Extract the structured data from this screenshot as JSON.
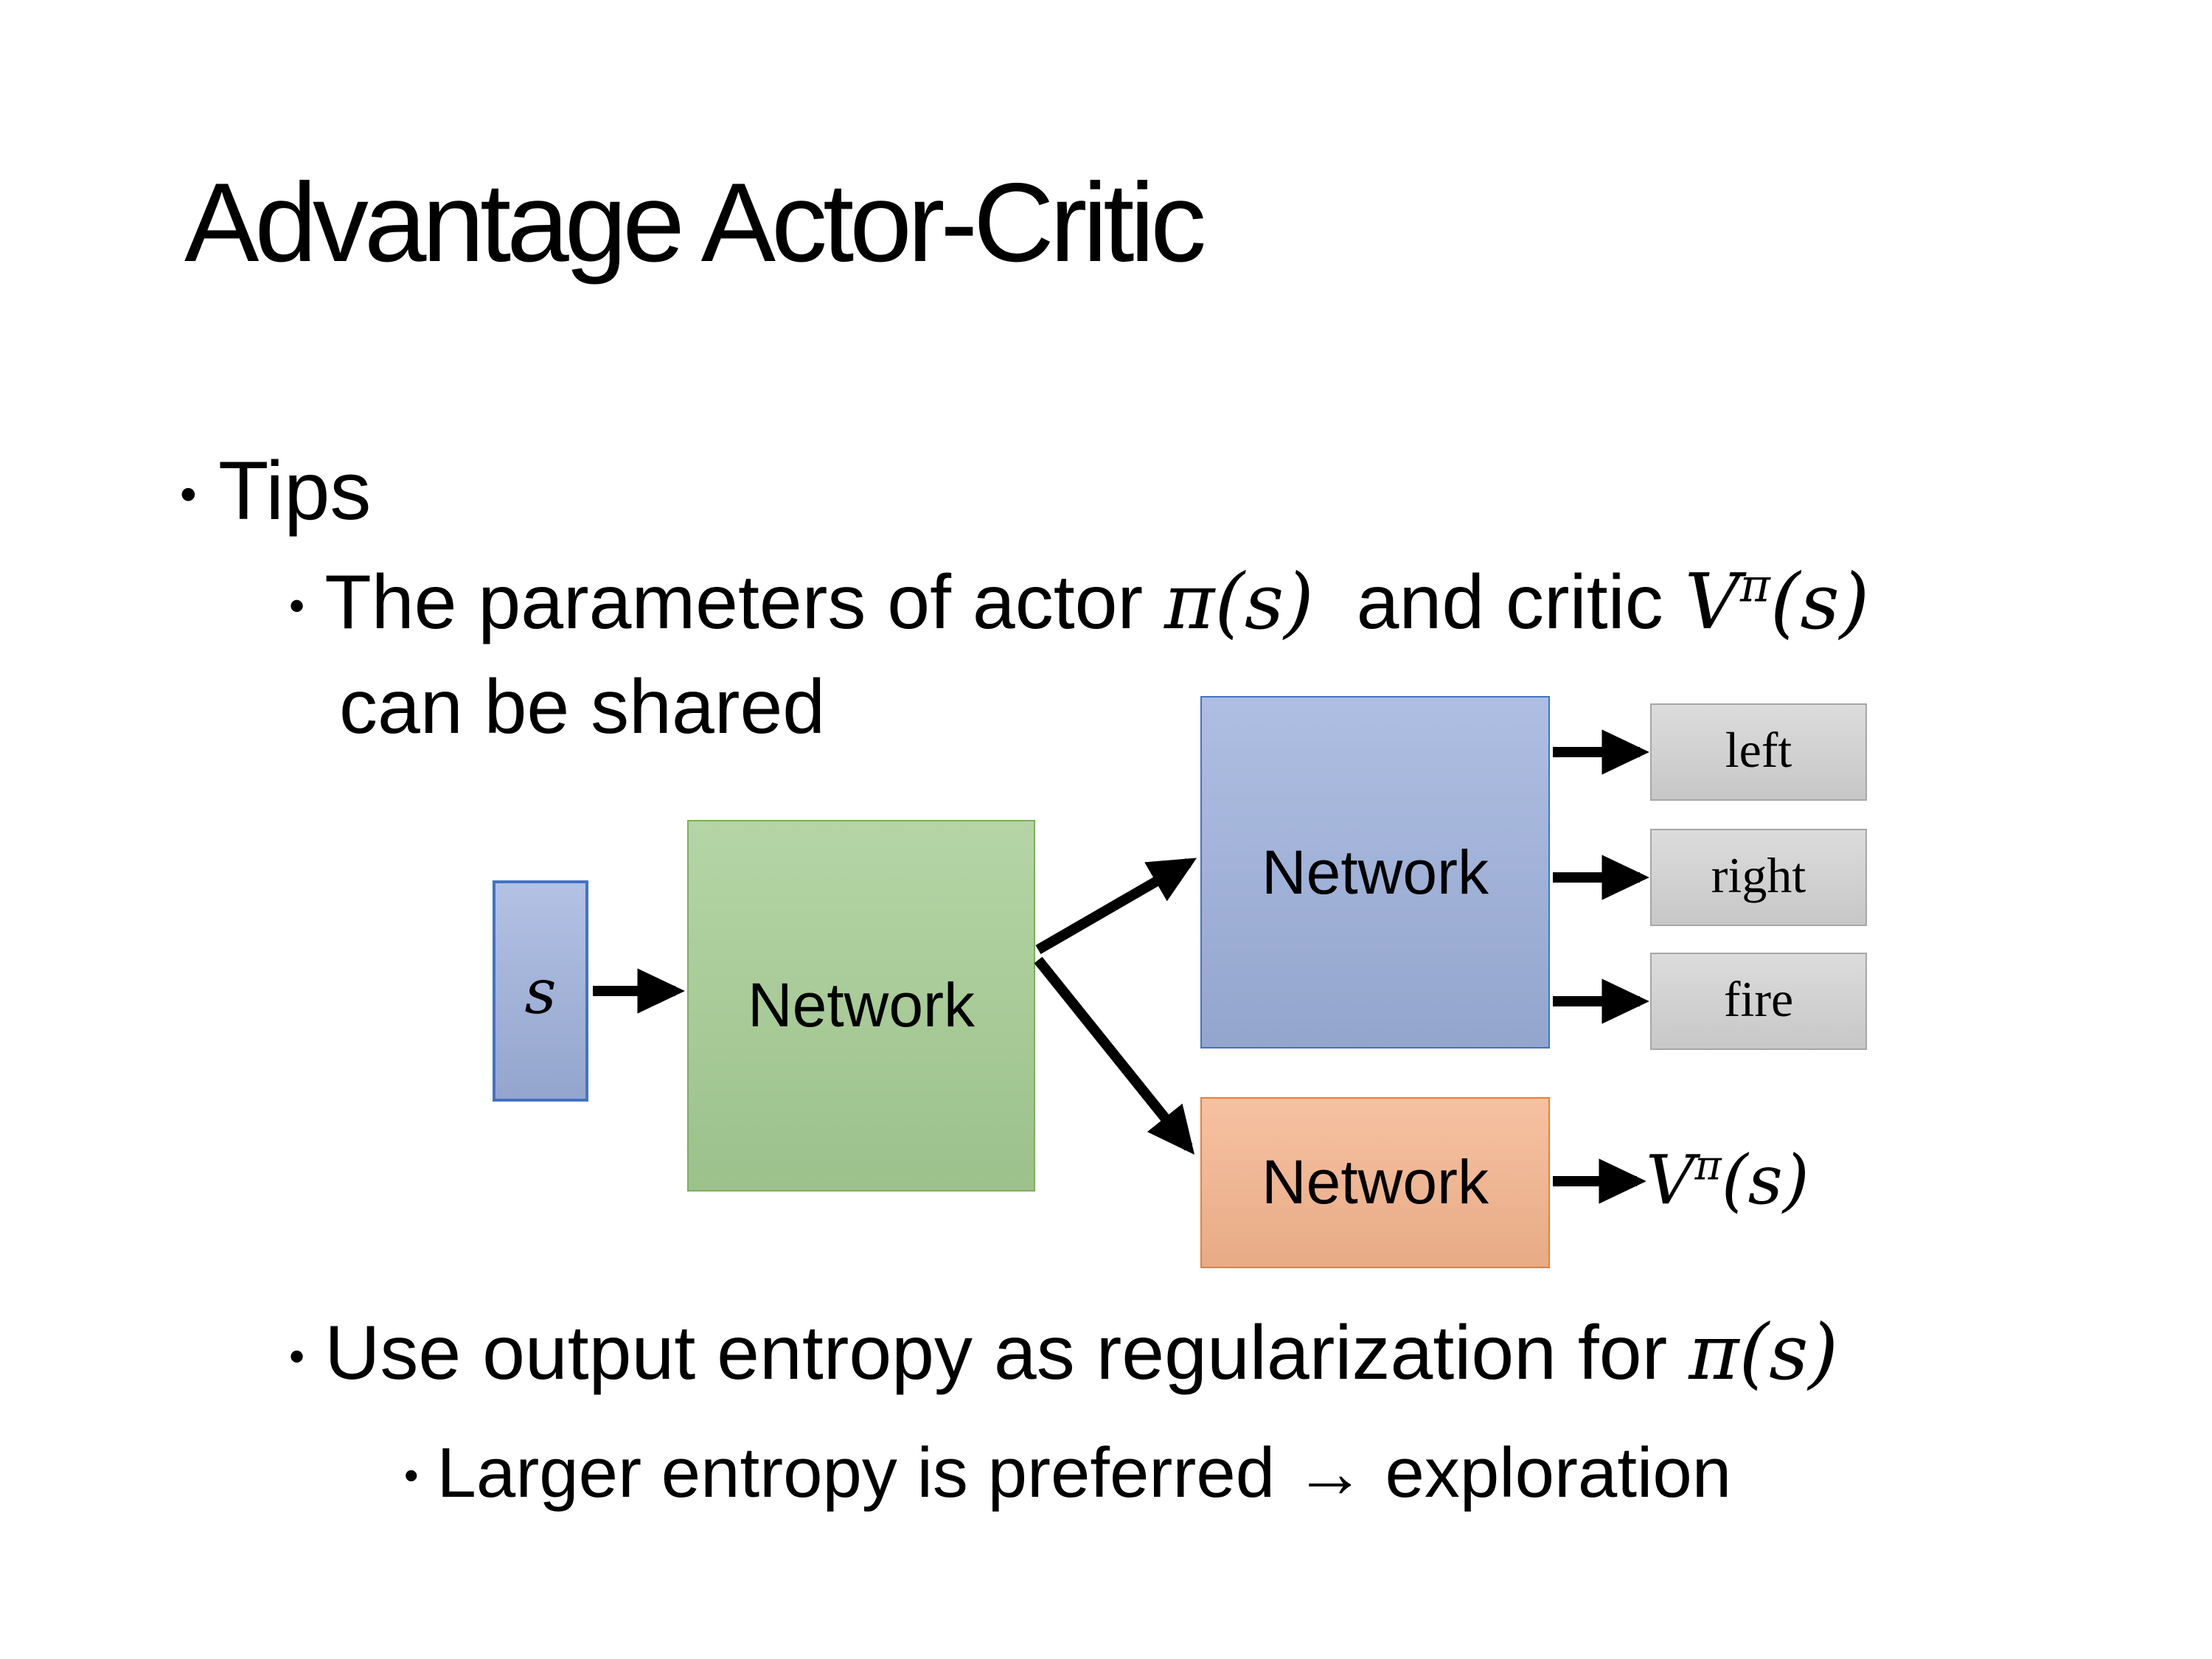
{
  "slide": {
    "title": "Advantage Actor-Critic",
    "bullet_glyph": "•",
    "bullet_tips": "Tips",
    "bullet_shared": {
      "pre": "The parameters of actor ",
      "actor_math": "π(s)",
      "mid": "  and critic ",
      "critic_base": "V",
      "critic_sup": "π",
      "critic_args": "(s)",
      "line2": "can be shared"
    },
    "bullet_entropy": {
      "pre": "Use output entropy as regularization for ",
      "math": "π(s)"
    },
    "bullet_exploration": "Larger entropy is preferred → exploration"
  },
  "diagram": {
    "input_label": "s",
    "shared_network_label": "Network",
    "actor_network_label": "Network",
    "critic_network_label": "Network",
    "actions": [
      "left",
      "right",
      "fire"
    ],
    "critic_output": {
      "base": "V",
      "sup": "π",
      "args": "(s)"
    }
  },
  "colors": {
    "blue-fill": "#9fb2dd",
    "blue-border": "#4472c4",
    "green-fill": "#a6cd94",
    "green-border": "#7caf5c",
    "orange-fill": "#f4b48d",
    "orange-border": "#ed7d31",
    "gray-fill": "#d2d2d2",
    "gray-border": "#a6a6a6",
    "arrow": "#000000"
  }
}
